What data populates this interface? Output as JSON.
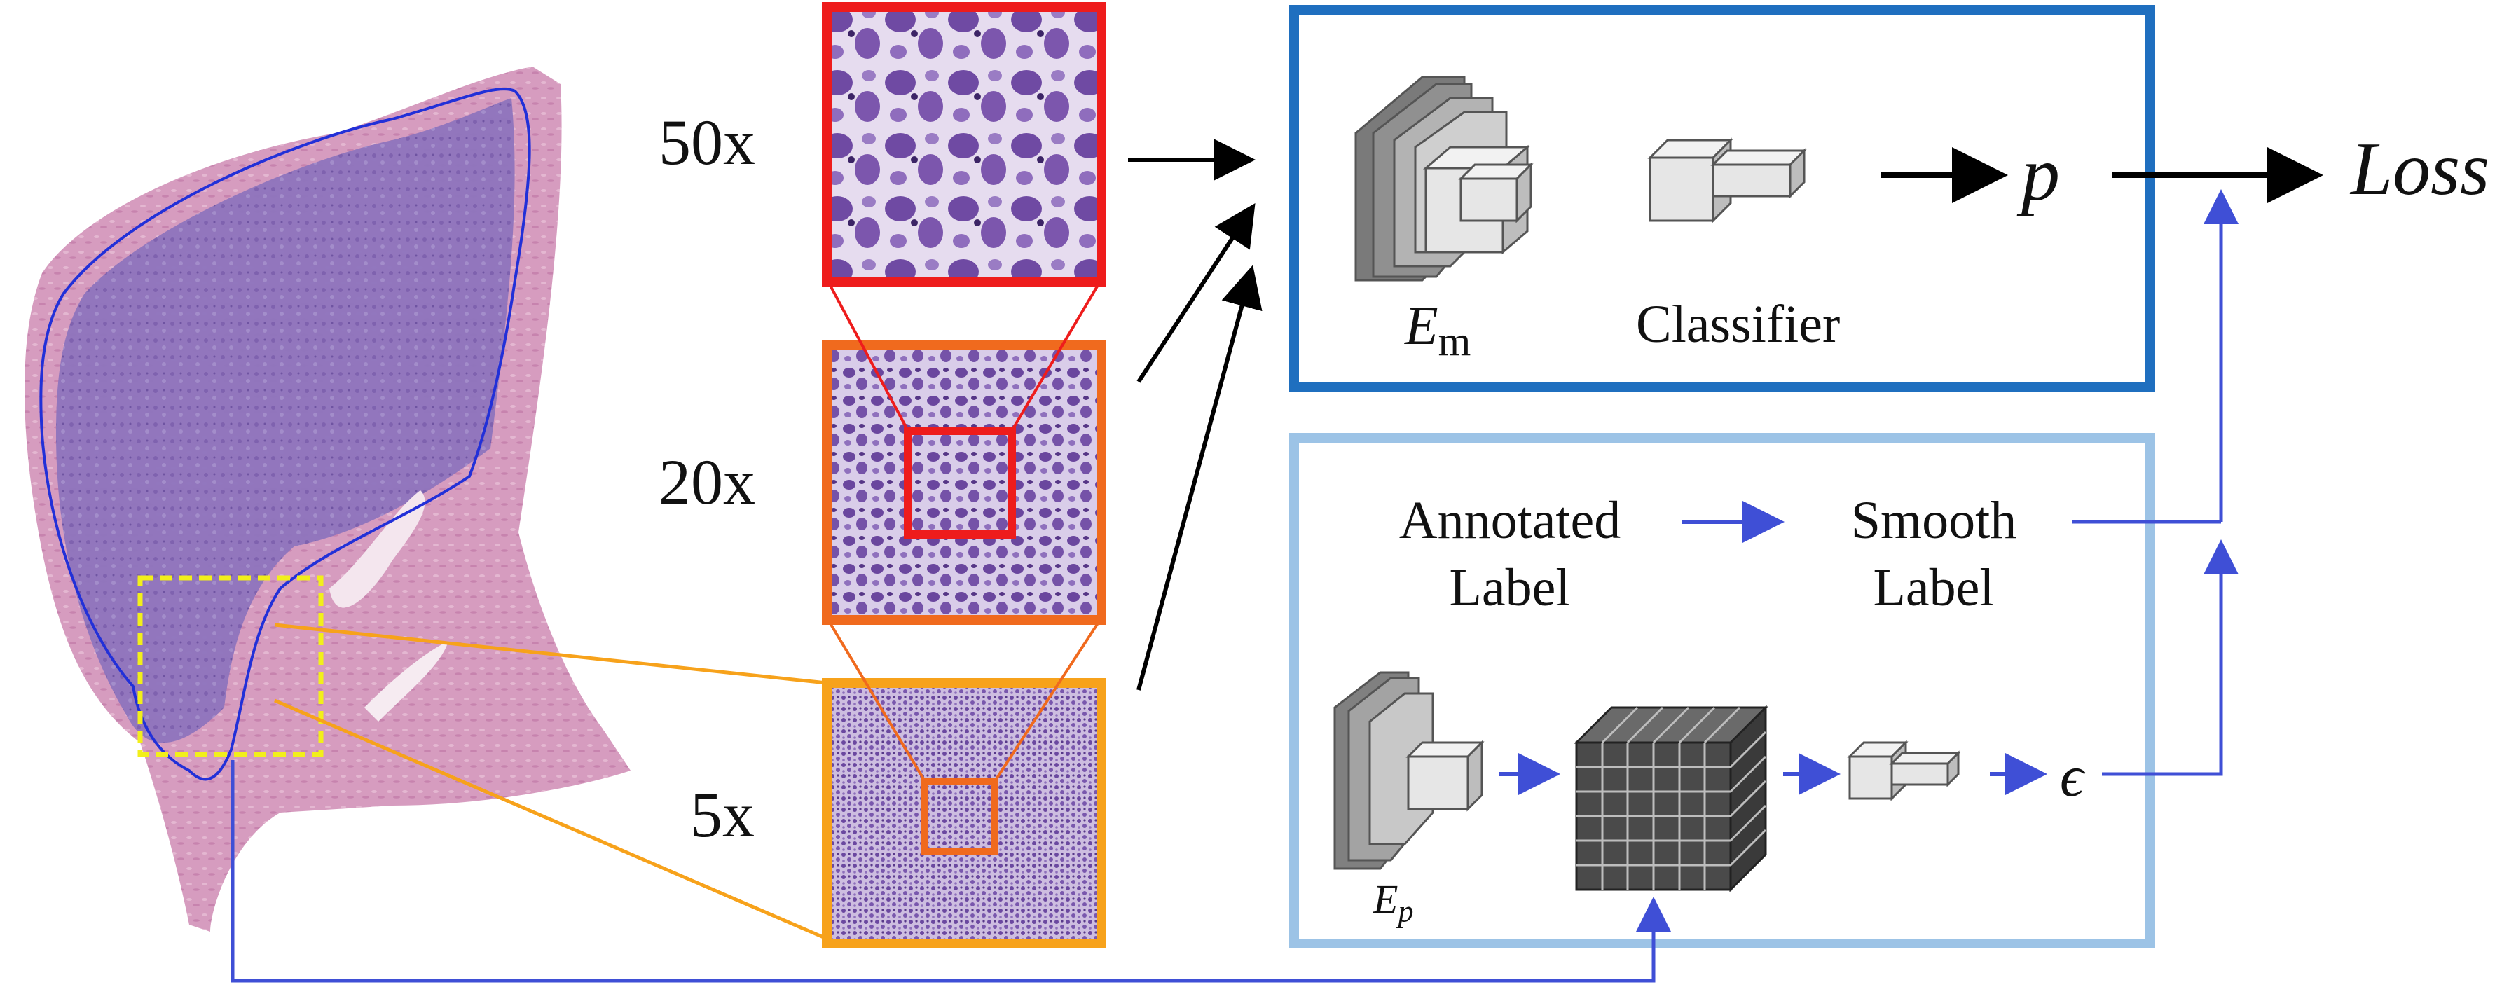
{
  "magnifications": {
    "m50": "50x",
    "m20": "20x",
    "m5": "5x"
  },
  "main_branch": {
    "encoder_label_base": "E",
    "encoder_label_sub": "m",
    "classifier_label": "Classifier",
    "prediction_symbol": "p",
    "loss_label": "Loss"
  },
  "label_branch": {
    "annotated_line1": "Annotated",
    "annotated_line2": "Label",
    "smooth_line1": "Smooth",
    "smooth_line2": "Label",
    "encoder_label_base": "E",
    "encoder_label_sub": "p",
    "epsilon_symbol": "ϵ"
  },
  "colors": {
    "main_box": "#1f6fbf",
    "label_box": "#9cc3e6",
    "blue_arrow": "#3f4fd6",
    "black_arrow": "#000000",
    "patch_50x_border": "#ee1c1c",
    "patch_20x_border": "#f06a1e",
    "patch_5x_border": "#f7a21b",
    "roi_dashed": "#f2ef1a",
    "tumor_outline": "#2230d8",
    "tissue_pink": "#d9a3c0",
    "tissue_purple": "#8a6fb8"
  }
}
